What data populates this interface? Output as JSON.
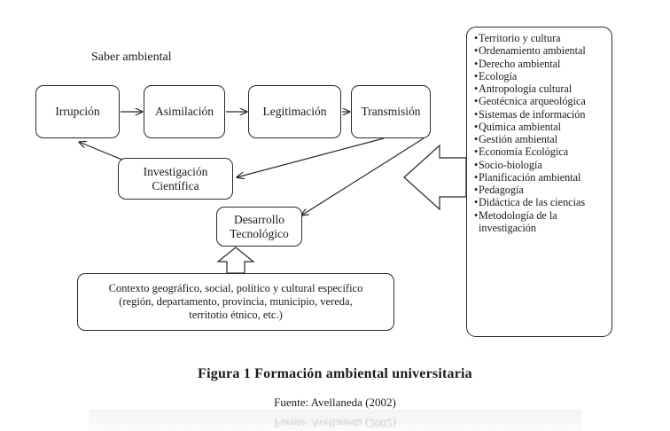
{
  "diagram": {
    "title": "Saber ambiental",
    "stages": [
      "Irrupción",
      "Asimilación",
      "Legitimación",
      "Transmisión"
    ],
    "investigacion": "Investigación\nCientífica",
    "desarrollo": "Desarrollo\nTecnológico",
    "contexto": "Contexto geográfico, social, político y cultural específico\n(región, departamento, provincia, municipio, vereda,\nterritotio étnico, etc.)"
  },
  "panel": {
    "bullet": "•",
    "items": [
      "Territorio y cultura",
      "Ordenamiento ambiental",
      "Derecho ambiental",
      "Ecología",
      "Antropología cultural",
      "Geotécnica arqueológica",
      "Sistemas de información",
      "Química ambiental",
      "Gestión ambiental",
      "Economía Ecológica",
      "Socio-biología",
      "Planificación ambiental",
      "Pedagogía",
      "Didáctica de las ciencias",
      "Metodología de la investigación"
    ]
  },
  "caption": "Figura 1 Formación ambiental universitaria",
  "source": "Fuente: Avellaneda (2002)"
}
